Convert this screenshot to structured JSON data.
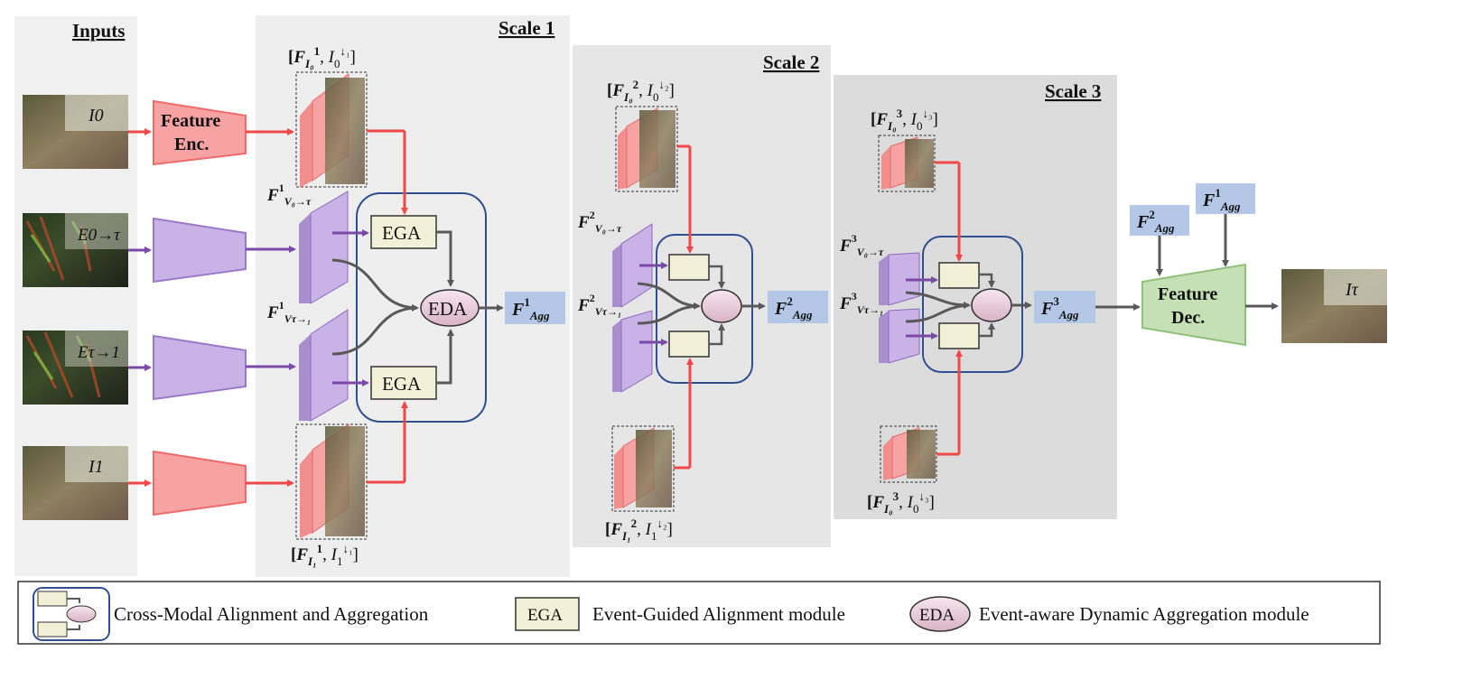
{
  "panels": {
    "inputs": "Inputs",
    "scale1": "Scale 1",
    "scale2": "Scale 2",
    "scale3": "Scale 3"
  },
  "inputs": {
    "i0": "I0",
    "e0t": "E0→τ",
    "et1": "Eτ→1",
    "i1": "I1"
  },
  "encoder": {
    "label_line1": "Feature",
    "label_line2": "Enc."
  },
  "modules": {
    "ega": "EGA",
    "eda": "EDA"
  },
  "features": {
    "s1_i0_base": "[F",
    "s1_i0_rest": "I0, I0↓1]",
    "s1_i1_base": "[F",
    "s1_i1_rest": "I1, I1↓1]",
    "s1_v0": "V0→τ",
    "s1_v1": "Vτ→1",
    "agg": "Agg"
  },
  "decoder": {
    "label_line1": "Feature",
    "label_line2": "Dec."
  },
  "output": {
    "label": "Iτ"
  },
  "legend": {
    "cmaa": "Cross-Modal Alignment and Aggregation",
    "ega_box": "EGA",
    "ega": "Event-Guided Alignment module",
    "eda_box": "EDA",
    "eda": "Event-aware Dynamic Aggregation module"
  },
  "colors": {
    "red_arrow": "#f04848",
    "purple_arrow": "#7b4aa8",
    "gray_arrow": "#595959",
    "feat_red": "#f7a3a3",
    "feat_purple": "#c9b3e6",
    "agg_blue": "#b4c7e7",
    "dec_green": "#c5e0b4",
    "ega_fill": "#f2f1d8",
    "eda_fill": "#e8c9d5",
    "module_border": "#2f4f8f"
  }
}
